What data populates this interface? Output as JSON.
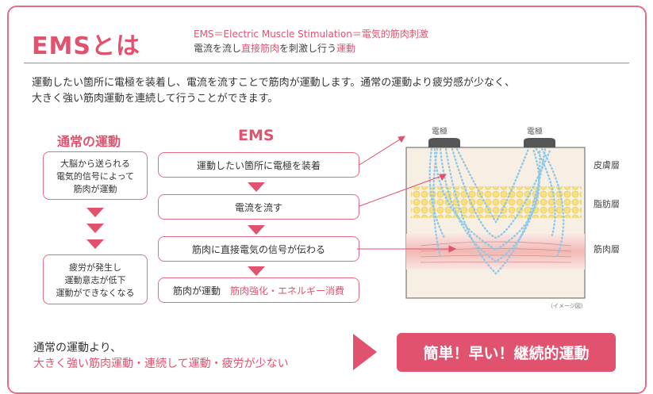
{
  "header": {
    "title": "EMSとは",
    "definition_line1": "EMS＝Electric  Muscle Stimulation＝電気的筋肉刺激",
    "definition_line2_a": "電流を流し",
    "definition_line2_b": "直接筋肉",
    "definition_line2_c": "を刺激し行う",
    "definition_line2_d": "運動"
  },
  "intro": {
    "line1": "運動したい箇所に電極を装着し、電流を流すことで筋肉が運動します。通常の運動より疲労感が少なく、",
    "line2": "大きく強い筋肉運動を連続して行うことができます。"
  },
  "normal_column": {
    "heading": "通常の運動",
    "box1": [
      "大脳から送られる",
      "電気的信号によって",
      "筋肉が運動"
    ],
    "box2": [
      "疲労が発生し",
      "運動意志が低下",
      "運動ができなくなる"
    ]
  },
  "ems_column": {
    "heading": "EMS",
    "step1": "運動したい箇所に電極を装着",
    "step2": "電流を流す",
    "step3": "筋肉に直接電気の信号が伝わる",
    "step4_a": "筋肉が運動",
    "step4_b": "筋肉強化・エネルギー消費"
  },
  "illustration": {
    "electrode_left": "電極",
    "electrode_right": "電極",
    "layer_skin": "皮膚層",
    "layer_fat": "脂肪層",
    "layer_muscle": "筋肉層",
    "note": "（イメージ図）"
  },
  "summary": {
    "line1": "通常の運動より、",
    "line2": "大きく強い筋肉運動・連続して運動・疲労が少ない",
    "badge": "簡単！早い！継続的運動"
  },
  "colors": {
    "accent": "#e0526e",
    "skin": "#f7efe4",
    "fat": "#f3e08a",
    "muscle": "#f2c3c0",
    "current": "#8fc8e8"
  }
}
